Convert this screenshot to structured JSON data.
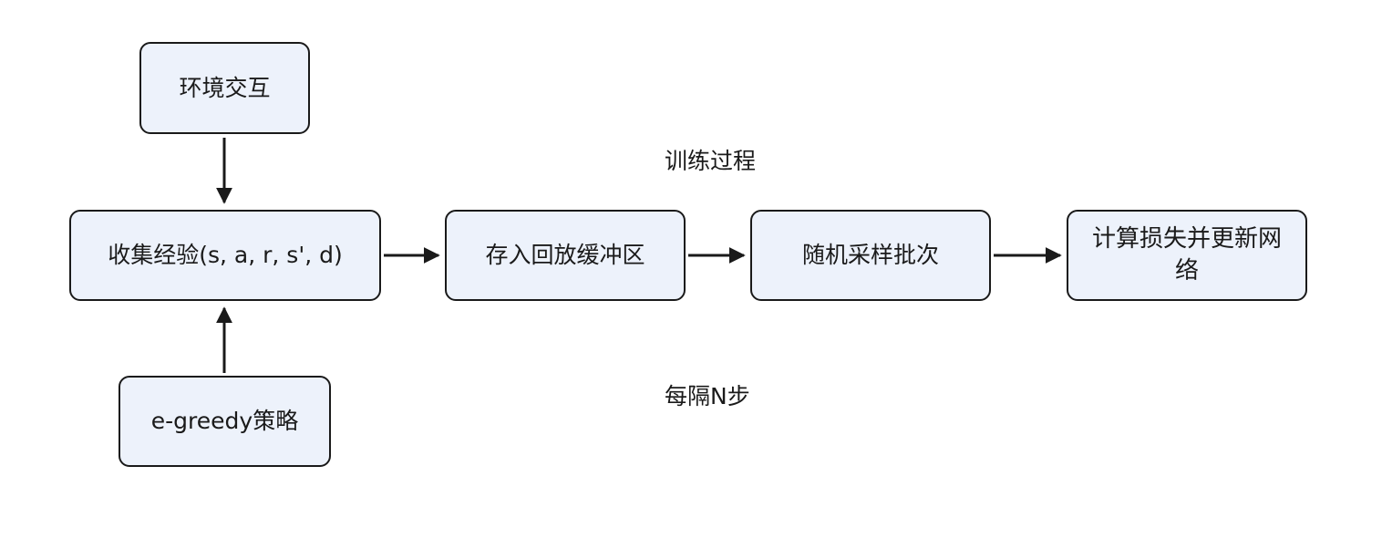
{
  "diagram": {
    "title_annotation": "训练过程",
    "interval_annotation": "每隔N步",
    "nodes": {
      "env_interaction": {
        "label": "环境交互"
      },
      "collect_experience": {
        "label": "收集经验(s, a, r, s', d)"
      },
      "store_replay_buffer": {
        "label": "存入回放缓冲区"
      },
      "random_sample_batch": {
        "label": "随机采样批次"
      },
      "compute_loss_update": {
        "label": "计算损失并更新网络"
      },
      "egreedy_policy": {
        "label": "e-greedy策略"
      }
    },
    "colors": {
      "node_fill": "#edf2fb",
      "node_border": "#1a1a1a",
      "arrow": "#1a1a1a",
      "background": "#ffffff"
    }
  }
}
